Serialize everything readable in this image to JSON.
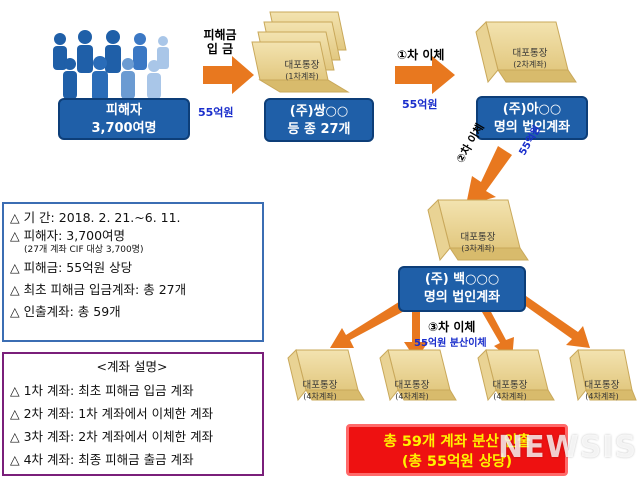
{
  "victim_box": {
    "line1": "피해자",
    "line2": "3,700여명"
  },
  "deposit_label": {
    "line1": "피해금",
    "line2": "입  금"
  },
  "amount_55a": "55억원",
  "book1": {
    "title": "대포통장",
    "sub": "(1차계좌)"
  },
  "book2": {
    "title": "대포통장",
    "sub": "(2차계좌)"
  },
  "book3": {
    "title": "대포통장",
    "sub": "(3차계좌)"
  },
  "book4": {
    "title": "대포통장",
    "sub": "(4차계좌)"
  },
  "box_ssang": {
    "line1": "(주)쌍○○",
    "line2": "등 종 27개"
  },
  "transfer1": {
    "label": "①차 이체",
    "amount": "55억원"
  },
  "box_a": {
    "line1": "(주)아○○",
    "line2": "명의 법인계좌"
  },
  "transfer2": {
    "label": "②차 이체",
    "amount": "55억원"
  },
  "box_baek": {
    "line1": "(주) 백○○○",
    "line2": "명의 법인계좌"
  },
  "transfer3": {
    "label": "③차 이체",
    "amount": "55억원 분산이체"
  },
  "info": {
    "period": "△ 기    간: 2018. 2. 21.~6. 11.",
    "victims": "△ 피해자: 3,700여명",
    "victims_note": "(27개 계좌 CIF 대상 3,700명)",
    "damage": "△ 피해금: 55억원 상당",
    "first_accounts": "△ 최초 피해금 입금계좌: 총 27개",
    "withdraw_accounts": "△ 인출계좌: 총 59개"
  },
  "explain": {
    "title": "<계좌 설명>",
    "items": [
      "△ 1차 계좌: 최초 피해금 입금 계좌",
      "△ 2차 계좌: 1차 계좌에서 이체한 계좌",
      "△ 3차 계좌: 2차 계좌에서 이체한 계좌",
      "△ 4차 계좌: 최종 피해금 출금 계좌"
    ]
  },
  "result_box": {
    "line1": "총 59개 계좌 분산 인출",
    "line2": "(총 55억원 상당)"
  },
  "watermark": "NEWSIS",
  "colors": {
    "blue_box": "#1f5fa8",
    "arrow": "#e8781f",
    "red_box": "#ee1111",
    "yellow_text": "#fff300",
    "amount_blue": "#1a2ecc"
  }
}
